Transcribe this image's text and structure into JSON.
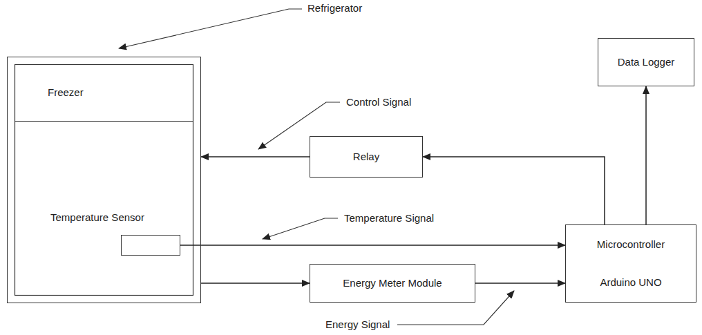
{
  "diagram": {
    "nodes": [
      {
        "text": [
          "Refrigerator"
        ]
      },
      {
        "text": [
          "Freezer"
        ],
        "in": 0
      },
      {
        "text": [
          "Temperature Sensor"
        ],
        "in": 0
      },
      {
        "text": [
          "Relay"
        ]
      },
      {
        "text": [
          "Energy Meter Module"
        ]
      },
      {
        "text": [
          "Microcontroller",
          "Arduino UNO"
        ]
      },
      {
        "text": [
          "Data Logger"
        ]
      }
    ],
    "edges": [
      {
        "from": 3,
        "to": 0,
        "arrow": "to"
      },
      {
        "from": 5,
        "to": 3,
        "arrow": "to"
      },
      {
        "from": 5,
        "to": 6,
        "arrow": "to"
      },
      {
        "from": 2,
        "to": 5,
        "arrow": "to"
      },
      {
        "from": 0,
        "to": 4,
        "arrow": "to"
      },
      {
        "from": 4,
        "to": 5,
        "arrow": "to"
      }
    ],
    "labels": [
      "Control Signal",
      "Temperature Signal",
      "Energy Signal"
    ]
  }
}
